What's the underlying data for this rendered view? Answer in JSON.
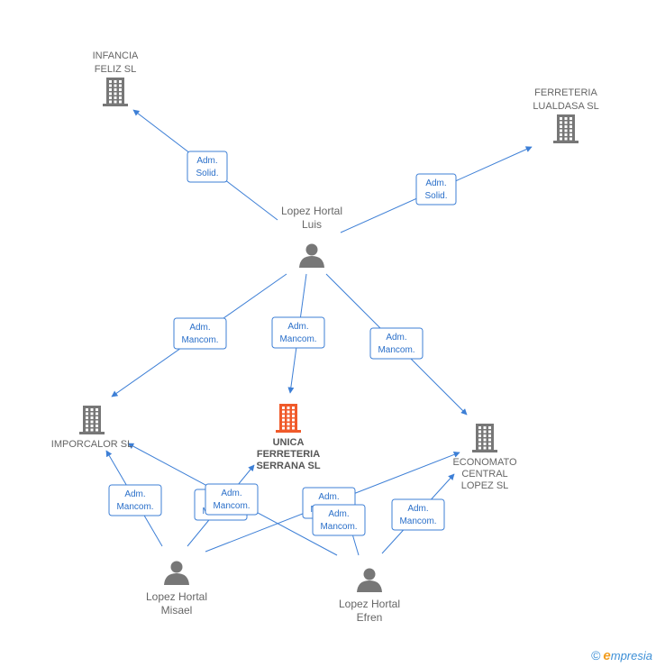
{
  "colors": {
    "edge": "#3d7fd6",
    "node": "#777777",
    "main": "#f05a2a",
    "role_border": "#3d7fd6"
  },
  "companies": [
    {
      "id": "infancia",
      "label": [
        "INFANCIA",
        "FELIZ SL"
      ],
      "label_pos": "above",
      "main": false,
      "icon": "building-icon"
    },
    {
      "id": "ferreteria",
      "label": [
        "FERRETERIA",
        "LUALDASA SL"
      ],
      "label_pos": "above",
      "main": false,
      "icon": "building-icon"
    },
    {
      "id": "imporcalor",
      "label": [
        "IMPORCALOR SL"
      ],
      "label_pos": "below",
      "main": false,
      "icon": "building-icon"
    },
    {
      "id": "unica",
      "label": [
        "UNICA",
        "FERRETERIA",
        "SERRANA SL"
      ],
      "label_pos": "below",
      "main": true,
      "icon": "building-icon"
    },
    {
      "id": "economato",
      "label": [
        "ECONOMATO",
        "CENTRAL",
        "LOPEZ SL"
      ],
      "label_pos": "below",
      "main": false,
      "icon": "building-icon"
    }
  ],
  "people": [
    {
      "id": "luis",
      "label": [
        "Lopez Hortal",
        "Luis"
      ],
      "label_pos": "above",
      "icon": "person-icon"
    },
    {
      "id": "misael",
      "label": [
        "Lopez Hortal",
        "Misael"
      ],
      "label_pos": "below",
      "icon": "person-icon"
    },
    {
      "id": "efren",
      "label": [
        "Lopez Hortal",
        "Efren"
      ],
      "label_pos": "below",
      "icon": "person-icon"
    }
  ],
  "edges": [
    {
      "from": "luis",
      "to": "infancia",
      "role": [
        "Adm.",
        "Solid."
      ]
    },
    {
      "from": "luis",
      "to": "ferreteria",
      "role": [
        "Adm.",
        "Solid."
      ]
    },
    {
      "from": "luis",
      "to": "imporcalor",
      "role": [
        "Adm.",
        "Mancom."
      ]
    },
    {
      "from": "luis",
      "to": "unica",
      "role": [
        "Adm.",
        "Mancom."
      ]
    },
    {
      "from": "luis",
      "to": "economato",
      "role": [
        "Adm.",
        "Mancom."
      ]
    },
    {
      "from": "misael",
      "to": "imporcalor",
      "role": [
        "Adm.",
        "Mancom."
      ]
    },
    {
      "from": "misael",
      "to": "unica",
      "role": [
        "Adm.",
        "Mancom."
      ]
    },
    {
      "from": "misael",
      "to": "economato",
      "role": [
        "Adm.",
        "Mancom."
      ]
    },
    {
      "from": "efren",
      "to": "imporcalor",
      "role": [
        "Adm.",
        "Mancom."
      ]
    },
    {
      "from": "efren",
      "to": "unica",
      "role": [
        "Adm.",
        "Mancom."
      ]
    },
    {
      "from": "efren",
      "to": "economato",
      "role": [
        "Adm.",
        "Mancom."
      ]
    }
  ],
  "footer": {
    "copyright": "©",
    "brand_first": "e",
    "brand_rest": "mpresia"
  }
}
